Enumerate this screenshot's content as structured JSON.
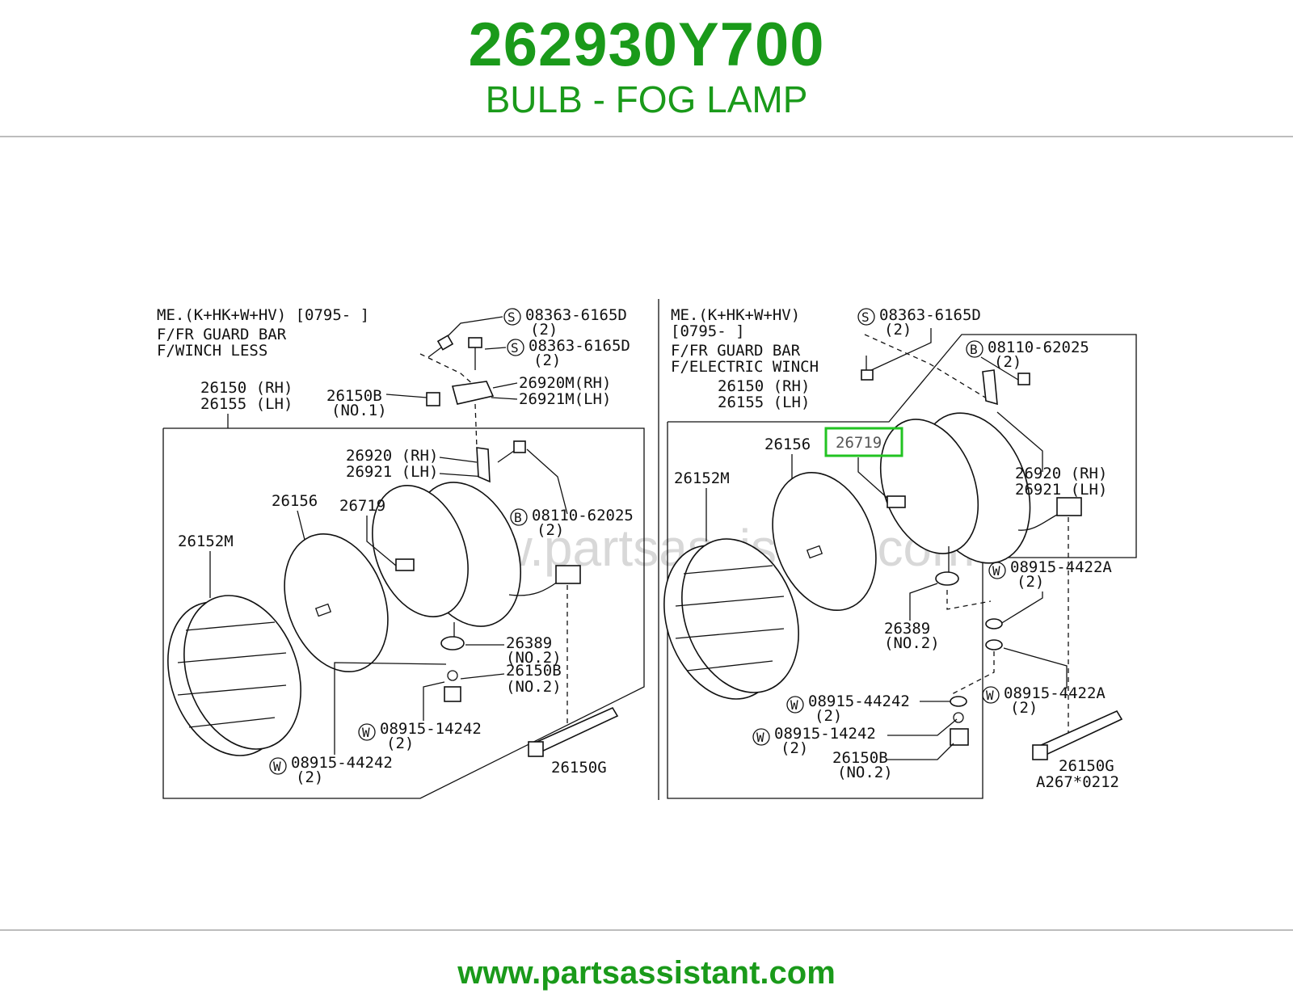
{
  "header": {
    "part_number": "262930Y700",
    "part_name": "BULB - FOG LAMP"
  },
  "footer": {
    "url": "www.partsassistant.com"
  },
  "watermark": "www.partsassistant.com",
  "colors": {
    "brand_green": "#1a9a1a",
    "highlight": "#22c322",
    "rule": "#bdbdbd"
  },
  "highlighted_part": "26719",
  "left_panel": {
    "header_line1": "ME.(K+HK+W+HV) [0795-      ]",
    "header_line2": "F/FR GUARD BAR",
    "header_line3": "F/WINCH LESS",
    "labels": {
      "l1": "08363-6165D",
      "l1q": "(2)",
      "l2": "08363-6165D",
      "l2q": "(2)",
      "l3": "26920M(RH)",
      "l3b": "26921M(LH)",
      "l4": "26150B",
      "l4b": "(NO.1)",
      "l5": "26150 (RH)",
      "l5b": "26155 (LH)",
      "l6": "26920 (RH)",
      "l6b": "26921 (LH)",
      "l7": "08110-62025",
      "l7q": "(2)",
      "l8": "26156",
      "l9": "26719",
      "l10": "26152M",
      "l11": "26389",
      "l11b": "(NO.2)",
      "l12": "26150B",
      "l12b": "(NO.2)",
      "l13": "08915-14242",
      "l13q": "(2)",
      "l14": "08915-44242",
      "l14q": "(2)",
      "l15": "26150G",
      "s": "S",
      "b": "B",
      "w": "W"
    }
  },
  "right_panel": {
    "header_line1": "ME.(K+HK+W+HV)",
    "header_line2": "[0795-      ]",
    "header_line3": "F/FR GUARD BAR",
    "header_line4": "F/ELECTRIC WINCH",
    "labels": {
      "r1": "08363-6165D",
      "r1q": "(2)",
      "r2": "08110-62025",
      "r2q": "(2)",
      "r3": "26150 (RH)",
      "r3b": "26155 (LH)",
      "r4": "26156",
      "r5": "26719",
      "r6": "26152M",
      "r7": "26920 (RH)",
      "r7b": "26921 (LH)",
      "r8": "08915-4422A",
      "r8q": "(2)",
      "r9": "26389",
      "r9b": "(NO.2)",
      "r10": "08915-4422A",
      "r10q": "(2)",
      "r11": "08915-44242",
      "r11q": "(2)",
      "r12": "08915-14242",
      "r12q": "(2)",
      "r13": "26150B",
      "r13b": "(NO.2)",
      "r14": "26150G",
      "r15": "A267*0212",
      "s": "S",
      "b": "B",
      "w": "W"
    }
  }
}
